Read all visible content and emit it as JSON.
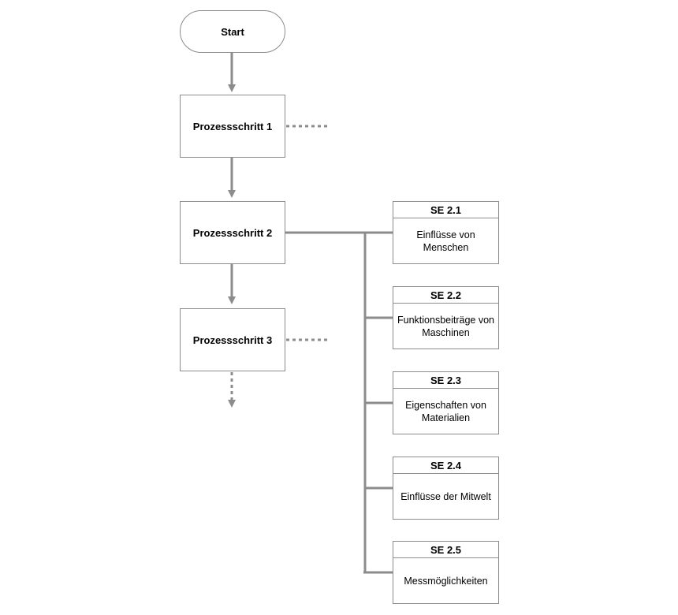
{
  "start": {
    "label": "Start"
  },
  "steps": [
    {
      "label": "Prozessschritt 1"
    },
    {
      "label": "Prozessschritt 2"
    },
    {
      "label": "Prozessschritt 3"
    }
  ],
  "sub_elements": [
    {
      "code": "SE 2.1",
      "text": "Einflüsse von Menschen"
    },
    {
      "code": "SE 2.2",
      "text": "Funktionsbeiträge von Maschinen"
    },
    {
      "code": "SE 2.3",
      "text": "Eigenschaften von Materialien"
    },
    {
      "code": "SE 2.4",
      "text": "Einflüsse der Mitwelt"
    },
    {
      "code": "SE 2.5",
      "text": "Messmöglichkeiten"
    }
  ],
  "colors": {
    "line": "#8c8c8c",
    "text": "#000000",
    "background": "#ffffff"
  }
}
